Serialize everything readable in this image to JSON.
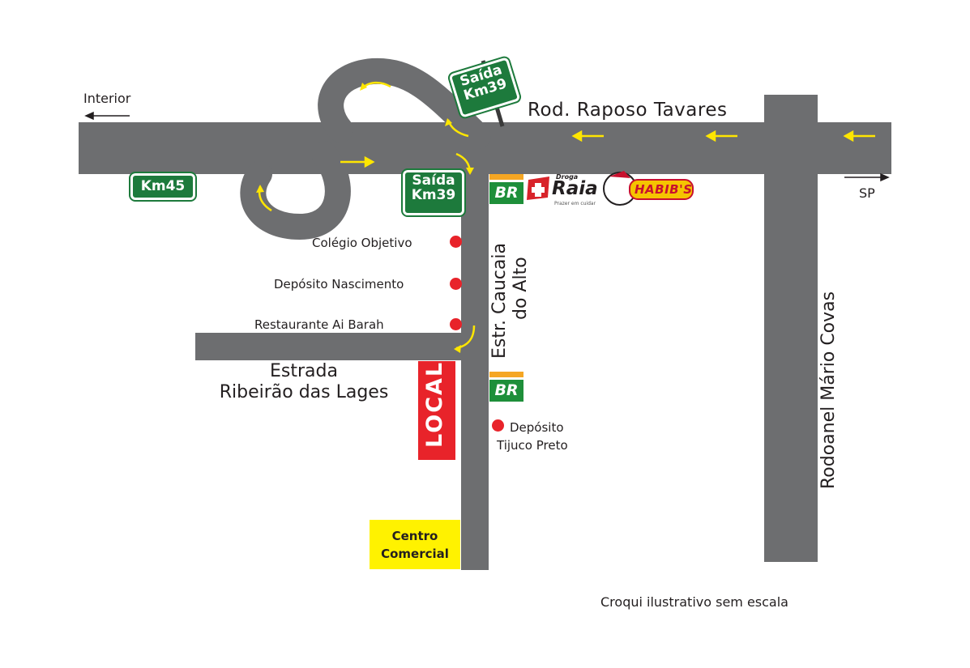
{
  "roads": {
    "raposo": "Rod. Raposo Tavares",
    "caucaia_line1": "Estr. Caucaia",
    "caucaia_line2": "do Alto",
    "ribeirao_line1": "Estrada",
    "ribeirao_line2": "Ribeirão das Lages",
    "rodoanel": "Rodoanel Mário Covas"
  },
  "directions": {
    "interior": "Interior",
    "sp": "SP"
  },
  "signs": {
    "km45": "Km45",
    "exit_top": [
      "Saída",
      "Km39"
    ],
    "exit_bottom": [
      "Saída",
      "Km39"
    ]
  },
  "landmarks": {
    "colegio": "Colégio Objetivo",
    "deposito_nascimento": "Depósito Nascimento",
    "restaurante": "Restaurante Ai Barah",
    "deposito_tijuco_1": "Depósito",
    "deposito_tijuco_2": "Tijuco Preto",
    "local": "LOCAL",
    "centro_1": "Centro",
    "centro_2": "Comercial"
  },
  "brands": {
    "br": "BR",
    "raia_top": "Droga",
    "raia": "Raia",
    "raia_tag": "Prazer em cuidar",
    "habibs": "HABIB'S"
  },
  "footer": {
    "note": "Croqui ilustrativo sem escala"
  },
  "colors": {
    "road": "#6d6e70",
    "arrow": "#ffe600",
    "sign_green": "#1d7a3c",
    "marker_red": "#e8232a",
    "local_red": "#e8232a",
    "centro_yellow": "#fff200",
    "br_green": "#1e8f3a",
    "br_orange": "#f5a623",
    "raia_red": "#d8232a"
  },
  "icons": [
    "arrow-left-icon",
    "arrow-right-icon",
    "red-dot-marker",
    "br-logo",
    "raia-cross-icon",
    "habibs-logo"
  ]
}
